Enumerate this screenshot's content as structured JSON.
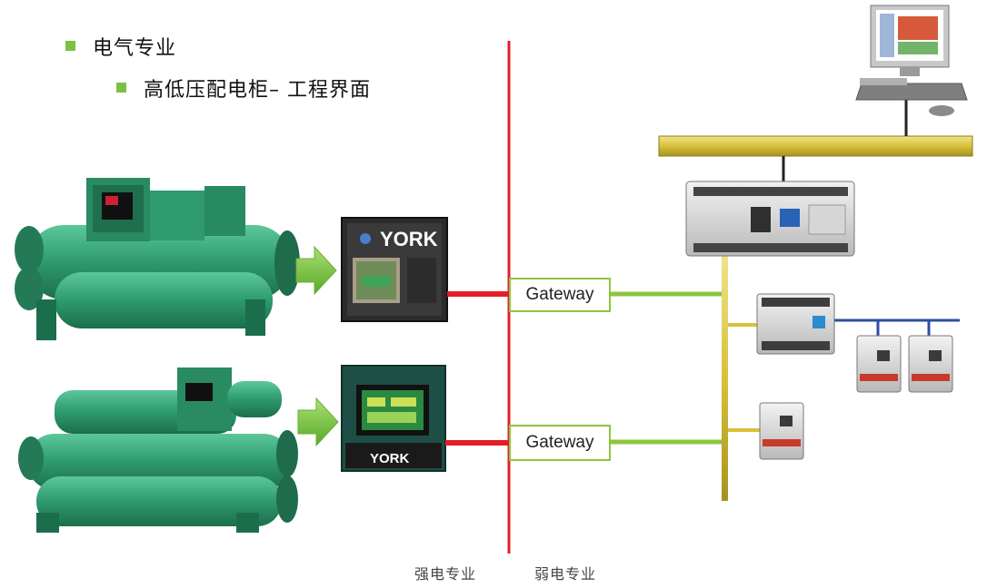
{
  "heading": {
    "level1": "电气专业",
    "level2": "高低压配电柜– 工程界面"
  },
  "panel_brand_top": "YORK",
  "panel_brand_bottom": "YORK",
  "gateways": [
    {
      "label": "Gateway"
    },
    {
      "label": "Gateway"
    }
  ],
  "footer": {
    "left": "强电专业",
    "right": "弱电专业"
  },
  "colors": {
    "divider": "#e41e26",
    "red_link": "#e41e26",
    "green_link": "#8cc63f",
    "yellow_bus": "#d8c13a",
    "blue_bus": "#2d4ea3",
    "chiller_green": "#2e9a6e",
    "bullet": "#7bc043"
  }
}
